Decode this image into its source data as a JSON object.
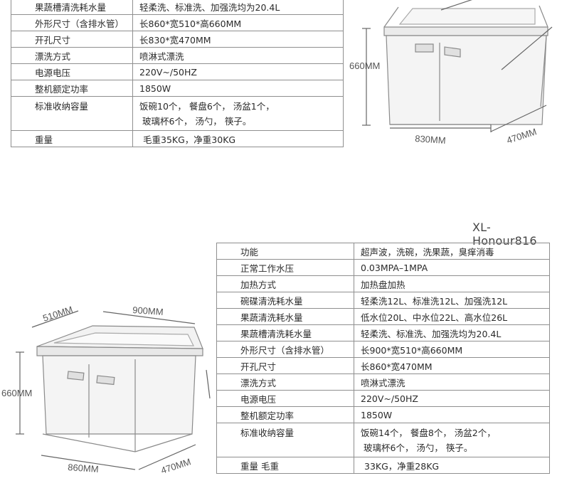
{
  "top_section": {
    "rows": [
      {
        "label": "果蔬槽清洗耗水量",
        "value": "轻柔洗、标准洗、加强洗均为20.4L"
      },
      {
        "label": "外形尺寸（含排水管）",
        "value": "长860*宽510*高660MM"
      },
      {
        "label": "开孔尺寸",
        "value": "长830*宽470MM"
      },
      {
        "label": "漂洗方式",
        "value": "喷淋式漂洗"
      },
      {
        "label": "电源电压",
        "value": "220V~/50HZ"
      },
      {
        "label": "整机额定功率",
        "value": "1850W"
      }
    ],
    "capacity": {
      "label": "标准收纳容量",
      "line1": "饭碗10个，  餐盘6个，  汤盆1个，",
      "line2": "玻璃杯6个，  汤勺，  筷子。"
    },
    "weight": {
      "label": "重量",
      "value": "毛重35KG，净重30KG"
    },
    "dims": {
      "height": "660MM",
      "width": "830MM",
      "depth": "470MM"
    }
  },
  "bottom_section": {
    "model": "XL-Honour816",
    "rows": [
      {
        "label": "功能",
        "value": "超声波，洗碗，洗果蔬，臭痒消毒"
      },
      {
        "label": "正常工作水压",
        "value": "0.03MPA–1MPA"
      },
      {
        "label": "加热方式",
        "value": "加热盘加热"
      },
      {
        "label": "碗碟清洗耗水量",
        "value": "轻柔洗12L、标准洗12L、加强洗12L"
      },
      {
        "label": "果蔬清洗耗水量",
        "value": "低水位20L、中水位22L、高水位26L"
      },
      {
        "label": "果蔬槽清洗耗水量",
        "value": "轻柔洗、标准洗、加强洗均为20.4L"
      },
      {
        "label": "外形尺寸（含排水管）",
        "value": "长900*宽510*高660MM"
      },
      {
        "label": "开孔尺寸",
        "value": "长860*宽470MM"
      },
      {
        "label": "漂洗方式",
        "value": "喷淋式漂洗"
      },
      {
        "label": "电源电压",
        "value": "220V~/50HZ"
      },
      {
        "label": "整机额定功率",
        "value": "1850W"
      }
    ],
    "capacity": {
      "label": "标准收纳容量",
      "line1": "饭碗14个，  餐盘8个，  汤盆2个，",
      "line2": "玻璃杯6个，  汤勺，  筷子。"
    },
    "weight": {
      "label": "重量  毛重",
      "value": "33KG，净重28KG"
    },
    "dims": {
      "depth_top": "510MM",
      "width_top": "900MM",
      "height": "660MM",
      "width": "860MM",
      "depth": "470MM"
    }
  }
}
